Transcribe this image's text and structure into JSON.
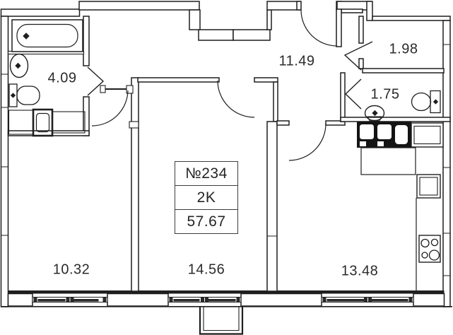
{
  "plan": {
    "unit": {
      "number": "№234",
      "rooms_type": "2K",
      "total_area": "57.67"
    },
    "rooms": [
      {
        "id": "bathroom",
        "area": "4.09"
      },
      {
        "id": "hallway",
        "area": "11.49"
      },
      {
        "id": "storage",
        "area": "1.98"
      },
      {
        "id": "wc",
        "area": "1.75"
      },
      {
        "id": "room-1",
        "area": "10.32"
      },
      {
        "id": "room-2",
        "area": "14.56"
      },
      {
        "id": "kitchen-living",
        "area": "13.48"
      }
    ],
    "fixtures": [
      "bathtub",
      "washbasin",
      "toilet",
      "washing-machine",
      "bathroom-counter",
      "wc-washbasin",
      "wc-toilet",
      "kitchen-sink-unit",
      "duct-shaft",
      "kitchen-counter",
      "kitchen-cabinet",
      "stove",
      "balcony"
    ],
    "colors": {
      "background": "#ffffff",
      "wall": "#1f1f1f",
      "window": "#2a2a2a",
      "text": "#2b2b2b"
    }
  }
}
